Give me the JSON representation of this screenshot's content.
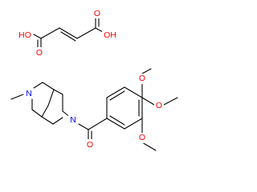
{
  "atom_labels": {
    "fumaric_oh_left": "HO",
    "fumaric_o_left": "O",
    "fumaric_oh_right": "OH",
    "fumaric_o_right": "O",
    "amine_n_methyl": "N",
    "amide_n": "N",
    "carbonyl_o": "O",
    "methoxy_o_top": "O",
    "methoxy_o_middle": "O",
    "methoxy_o_bottom": "O"
  },
  "colors": {
    "bond": "#000000",
    "carbon_text": "#000000",
    "oxygen_text": "#ff0000",
    "nitrogen_text": "#0000ff",
    "background": "#ffffff"
  }
}
